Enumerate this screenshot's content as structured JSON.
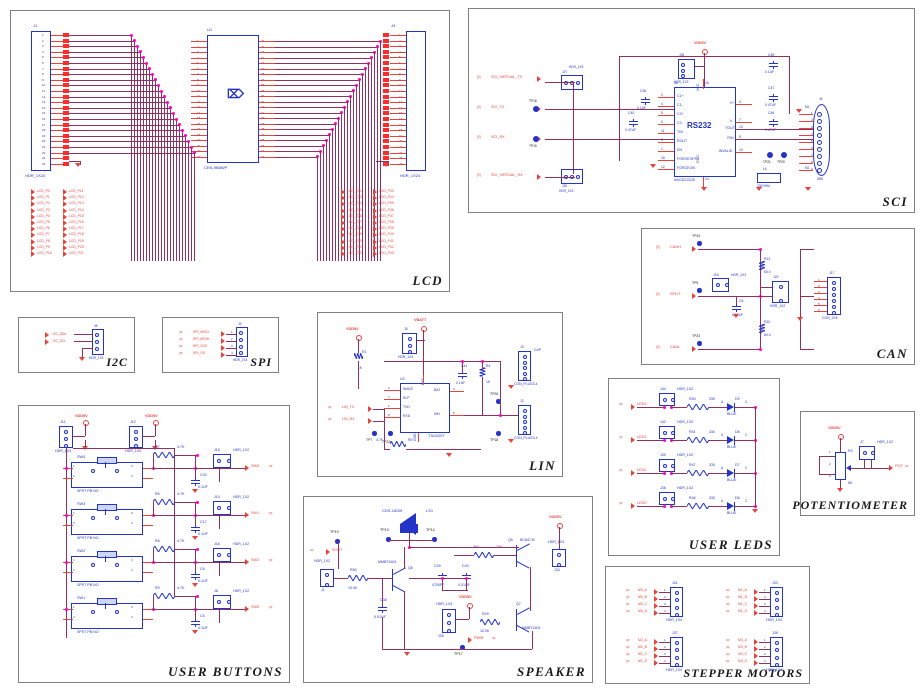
{
  "sheet": {
    "title": "Development board peripheral schematic sheet",
    "background": "#ffffff",
    "wire_color": "#8f3060",
    "pin_color": "#e8433a",
    "symbol_color": "#2433c8",
    "junction_color": "#ff00c8",
    "frame_color": "#808080"
  },
  "blocks": [
    {
      "id": "lcd",
      "title": "LCD"
    },
    {
      "id": "sci",
      "title": "SCI"
    },
    {
      "id": "can",
      "title": "CAN"
    },
    {
      "id": "i2c",
      "title": "I2C"
    },
    {
      "id": "spi",
      "title": "SPI"
    },
    {
      "id": "lin",
      "title": "LIN"
    },
    {
      "id": "user_buttons",
      "title": "USER BUTTONS"
    },
    {
      "id": "speaker",
      "title": "SPEAKER"
    },
    {
      "id": "user_leds",
      "title": "USER LEDS"
    },
    {
      "id": "potentiometer",
      "title": "POTENTIOMETER"
    },
    {
      "id": "stepper_motors",
      "title": "STEPPER MOTORS"
    }
  ],
  "lcd": {
    "title": "LCD",
    "left_connector": {
      "ref": "J1",
      "type": "HDR_1X24",
      "pin_count": 24
    },
    "right_connector": {
      "ref": "J4",
      "type": "HDR_1X24",
      "pin_count": 24
    },
    "ic": {
      "ref": "U1",
      "part": "CEN-9B8WP"
    },
    "left_pin_numbers": [
      "1",
      "2",
      "3",
      "4",
      "5",
      "6",
      "7",
      "8",
      "9",
      "10",
      "11",
      "12",
      "13",
      "14",
      "15",
      "16",
      "17",
      "18",
      "19",
      "20",
      "21",
      "22",
      "23",
      "24"
    ],
    "right_pin_numbers": [
      "1",
      "2",
      "3",
      "4",
      "5",
      "6",
      "7",
      "8",
      "9",
      "10",
      "11",
      "12",
      "13",
      "14",
      "15",
      "16",
      "17",
      "18",
      "19",
      "20",
      "21",
      "22",
      "23",
      "24"
    ],
    "ic_left_pins": [
      "1",
      "2",
      "3",
      "4",
      "5",
      "6",
      "7",
      "8",
      "9",
      "10",
      "11",
      "12",
      "13",
      "14",
      "15",
      "16",
      "17",
      "18",
      "19",
      "20",
      "21",
      "22"
    ],
    "ic_right_pins": [
      "44",
      "43",
      "42",
      "41",
      "40",
      "39",
      "38",
      "37",
      "36",
      "35",
      "34",
      "33",
      "32",
      "31",
      "30",
      "29",
      "28",
      "27",
      "26",
      "25",
      "24",
      "23"
    ],
    "nets_left": [
      "LCD_P0",
      "LCD_P1",
      "LCD_P2",
      "LCD_P3",
      "LCD_P4",
      "LCD_P5",
      "LCD_P6",
      "LCD_P7",
      "LCD_P8",
      "LCD_P9",
      "LCD_P10",
      "LCD_P11",
      "LCD_P12",
      "LCD_P13",
      "LCD_P14",
      "LCD_P15",
      "LCD_P16",
      "LCD_P17",
      "LCD_P18",
      "LCD_P19",
      "LCD_P20",
      "LCD_P21"
    ],
    "nets_right": [
      "LCD_P22",
      "LCD_P23",
      "LCD_P24",
      "LCD_P25",
      "LCD_P26",
      "LCD_P27",
      "LCD_P28",
      "LCD_P29",
      "LCD_P30",
      "LCD_P31",
      "LCD_P32",
      "LCD_P33",
      "LCD_P34",
      "LCD_P35",
      "LCD_P36",
      "LCD_P37",
      "LCD_P38",
      "LCD_P39",
      "LCD_P40",
      "LCD_P41",
      "LCD_P42",
      "LCD_P43"
    ]
  },
  "sci": {
    "title": "SCI",
    "ic": {
      "ref": "U6",
      "part": "MAX3221CDB",
      "label": "RS232"
    },
    "ic_pins_left": [
      {
        "num": "2",
        "name": "C1+"
      },
      {
        "num": "4",
        "name": "C1-"
      },
      {
        "num": "5",
        "name": "C2+"
      },
      {
        "num": "6",
        "name": "C2-"
      },
      {
        "num": "11",
        "name": "TIN"
      },
      {
        "num": "9",
        "name": "ROUT"
      },
      {
        "num": "1",
        "name": "EN"
      },
      {
        "num": "16",
        "name": "FORCEOFF"
      },
      {
        "num": "12",
        "name": "FORCEON"
      }
    ],
    "ic_pins_right": [
      {
        "num": "3",
        "name": "V+"
      },
      {
        "num": "7",
        "name": "V-"
      },
      {
        "num": "13",
        "name": "TOUT"
      },
      {
        "num": "8",
        "name": "RIN"
      },
      {
        "num": "10",
        "name": "INVALID"
      }
    ],
    "ic_pins_vert": [
      {
        "num": "15",
        "name": "VCC"
      },
      {
        "num": "14",
        "name": "GND"
      }
    ],
    "power": "VDD5V",
    "jumpers": [
      {
        "ref": "J28",
        "type": "HDR_1X3"
      },
      {
        "ref": "J27",
        "type": "HDR_1X3"
      },
      {
        "ref": "J26",
        "type": "HDR_1X3"
      }
    ],
    "caps": [
      {
        "ref": "C36",
        "val": "0.1UF"
      },
      {
        "ref": "C40",
        "val": "0.47UF"
      },
      {
        "ref": "C45",
        "val": "0.1UF"
      },
      {
        "ref": "C47",
        "val": "0.47UF"
      },
      {
        "ref": "C46",
        "val": "0.47UF"
      }
    ],
    "inductor": {
      "ref": "L6",
      "val": "330OHM"
    },
    "connector": {
      "ref": "J6",
      "type": "DB9",
      "pins": [
        "1",
        "2",
        "3",
        "4",
        "5",
        "6",
        "7",
        "8",
        "9"
      ],
      "shield_top": "M1",
      "shield_bottom": "M2"
    },
    "test_points": [
      "TP15",
      "TP16",
      "TP21",
      "TP20"
    ],
    "nets": [
      "SCI_VIRTUAL_TX",
      "SCI_TX",
      "SCI_RX",
      "SCI_VIRTUAL_RX"
    ]
  },
  "can": {
    "title": "CAN",
    "nets": [
      "CANH",
      "SPLIT",
      "CANL"
    ],
    "test_points": [
      "TP24",
      "TP5",
      "TP23"
    ],
    "resistors": [
      {
        "ref": "R13",
        "val": "60.4"
      },
      {
        "ref": "R10",
        "val": "60.4"
      }
    ],
    "cap": {
      "ref": "C8",
      "val": "0.01UF"
    },
    "jumpers": [
      {
        "ref": "J18",
        "type": "HDR_1X2"
      },
      {
        "ref": "J20",
        "type": "HDR_1X2"
      }
    ],
    "connector": {
      "ref": "J17",
      "type": "CON_1X6",
      "pins": [
        "1",
        "2",
        "3",
        "4",
        "5",
        "6"
      ]
    }
  },
  "i2c": {
    "title": "I2C",
    "nets": [
      "I2C_SDA",
      "I2C_SCL"
    ],
    "connector": {
      "ref": "J8",
      "type": "HDR_1X3",
      "pins": [
        "1",
        "2",
        "3"
      ]
    }
  },
  "spi": {
    "title": "SPI",
    "nets": [
      "SPI_MISO",
      "SPI_MOSI",
      "SPI_SCK",
      "SPI_SS"
    ],
    "connector": {
      "ref": "J9",
      "type": "HDR_1X4",
      "pins": [
        "1",
        "2",
        "3",
        "4"
      ]
    }
  },
  "lin": {
    "title": "LIN",
    "ic": {
      "ref": "U2",
      "part": "TJA1020T"
    },
    "ic_pins": [
      {
        "num": "2",
        "name": "WAKE"
      },
      {
        "num": "7",
        "name": "SLP"
      },
      {
        "num": "1",
        "name": "TXD"
      },
      {
        "num": "8",
        "name": "RXD"
      },
      {
        "num": "3",
        "name": "BAT"
      },
      {
        "num": "5",
        "name": "INH"
      },
      {
        "num": "6",
        "name": "LIN"
      },
      {
        "num": "4",
        "name": "GND"
      }
    ],
    "power": [
      "VDD5V",
      "VBATT"
    ],
    "resistors": [
      {
        "ref": "R2",
        "val": "1K"
      },
      {
        "ref": "R4",
        "val": "1K"
      },
      {
        "ref": "R5",
        "val": "4.7K"
      }
    ],
    "cap": {
      "ref": "C41",
      "val": "0.1UF"
    },
    "jumper": {
      "ref": "J5",
      "type": "HDR_1X3"
    },
    "connectors": [
      {
        "ref": "J3",
        "type": "CON_PLUG3-4"
      },
      {
        "ref": "J2",
        "type": "CON_PLUG3-4"
      }
    ],
    "test_points": [
      "TP7",
      "TP22",
      "TP26",
      "TP18"
    ],
    "nets": [
      "LIN_TX",
      "LIN_RX"
    ]
  },
  "user_buttons": {
    "title": "USER BUTTONS",
    "power": "VDD5V",
    "pullup_headers": [
      {
        "ref": "J11",
        "type": "HDR_1X3"
      },
      {
        "ref": "J12",
        "type": "HDR_1X3"
      }
    ],
    "rows": [
      {
        "switch": "SW4",
        "switch_type": "SPST PB NO",
        "resistor": "R7",
        "r_val": "4.7K",
        "cap": "C20",
        "c_val": "0.1UF",
        "jumper": "J15",
        "jumper_type": "HDR_1X2",
        "net": "SW3"
      },
      {
        "switch": "SW3",
        "switch_type": "SPST PB NO",
        "resistor": "R6",
        "r_val": "4.7K",
        "cap": "C17",
        "c_val": "0.1UF",
        "jumper": "J14",
        "jumper_type": "HDR_1X2",
        "net": "SW1"
      },
      {
        "switch": "SW2",
        "switch_type": "SPST PB NO",
        "resistor": "R8",
        "r_val": "4.7K",
        "cap": "C6",
        "c_val": "0.1UF",
        "jumper": "J16",
        "jumper_type": "HDR_1X2",
        "net": "SW2"
      },
      {
        "switch": "SW1",
        "switch_type": "SPST PB NO",
        "resistor": "R9",
        "r_val": "4.7K",
        "cap": "C5",
        "c_val": "0.1UF",
        "jumper": "J8",
        "jumper_type": "HDR_1X2",
        "net": "SW0"
      }
    ],
    "switch_pins": [
      "1",
      "2",
      "3",
      "4"
    ]
  },
  "speaker": {
    "title": "SPEAKER",
    "speaker": {
      "ref": "LS1",
      "part": "CDS-16GB"
    },
    "input_header": {
      "ref": "J1",
      "type": "HDR_1X2"
    },
    "input_net": "SOUT",
    "transistors": [
      {
        "ref": "Q6",
        "part": "MMBT4401"
      },
      {
        "ref": "Q5",
        "part": "BC847-B"
      },
      {
        "ref": "Q7",
        "part": "MMBT4401"
      }
    ],
    "resistors": [
      {
        "ref": "R50",
        "val": "10.0K"
      },
      {
        "ref": "R4",
        "val": "100"
      },
      {
        "ref": "R49",
        "val": "10.0K"
      }
    ],
    "caps": [
      {
        "ref": "C39",
        "val": "4700PF"
      },
      {
        "ref": "C43",
        "val": "0.01UF"
      },
      {
        "ref": "C38",
        "val": "0.01UF"
      }
    ],
    "jumper": {
      "ref": "J35",
      "type": "HDR_1X3"
    },
    "power_header": {
      "ref": "J33",
      "type": "HDR_1X3"
    },
    "power": "VDD5V",
    "test_points": [
      "TP19",
      "TP13",
      "TP14",
      "TP17"
    ],
    "pwm_net": "PWM"
  },
  "user_leds": {
    "title": "USER LEDS",
    "rows": [
      {
        "net": "LED3",
        "jumper": "J44",
        "jumper_type": "HDR_1X2",
        "resistor": "R53",
        "r_val": "330",
        "diode": "D9",
        "d_part": "BLUE",
        "anode": "A",
        "cathode": "C"
      },
      {
        "net": "LED1",
        "jumper": "J42",
        "jumper_type": "HDR_1X2",
        "resistor": "R51",
        "r_val": "330",
        "diode": "D8",
        "d_part": "BLUE",
        "anode": "A",
        "cathode": "C"
      },
      {
        "net": "LED2",
        "jumper": "J39",
        "jumper_type": "HDR_1X2",
        "resistor": "R47",
        "r_val": "330",
        "diode": "D7",
        "d_part": "BLUE",
        "anode": "A",
        "cathode": "C"
      },
      {
        "net": "LED0",
        "jumper": "J36",
        "jumper_type": "HDR_1X2",
        "resistor": "R46",
        "r_val": "330",
        "diode": "D6",
        "d_part": "BLUE",
        "anode": "A",
        "cathode": "C"
      }
    ]
  },
  "potentiometer": {
    "title": "POTENTIOMETER",
    "power": "VDD5V",
    "pot": {
      "ref": "R3",
      "val": "5K",
      "pins": [
        "1",
        "2",
        "3"
      ]
    },
    "jumper": {
      "ref": "J7",
      "type": "HDR_1X2"
    },
    "net": "POT"
  },
  "stepper_motors": {
    "title": "STEPPER MOTORS",
    "connectors": [
      {
        "ref": "J31",
        "type": "HDR_1X4",
        "nets": [
          "M0_A",
          "M0_B",
          "M0_C",
          "M0_D"
        ],
        "pins": [
          "1",
          "2",
          "3",
          "4"
        ]
      },
      {
        "ref": "J33",
        "type": "HDR_1X4",
        "nets": [
          "M1_A",
          "M1_B",
          "M1_C",
          "M1_D"
        ],
        "pins": [
          "1",
          "2",
          "3",
          "4"
        ]
      },
      {
        "ref": "J37",
        "type": "HDR_1X4",
        "nets": [
          "M2_A",
          "M2_B",
          "M2_C",
          "M2_D"
        ],
        "pins": [
          "1",
          "2",
          "3",
          "4"
        ]
      },
      {
        "ref": "J39",
        "type": "HDR_1X4",
        "nets": [
          "M3_A",
          "M3_B",
          "M3_C",
          "M3_D"
        ],
        "pins": [
          "1",
          "2",
          "3",
          "4"
        ]
      }
    ]
  }
}
